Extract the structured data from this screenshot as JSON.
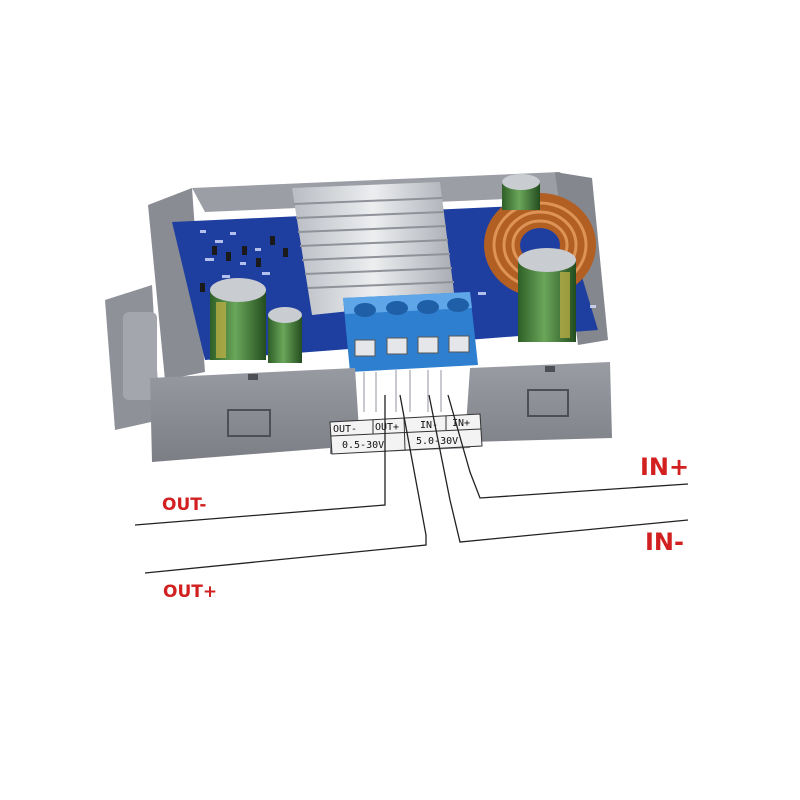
{
  "terminal_strip": {
    "labels": [
      "OUT-",
      "OUT+",
      "IN-",
      "IN+"
    ],
    "output_range": "0.5-30V",
    "input_range": "5.0-30V"
  },
  "callouts": {
    "out_minus": "OUT-",
    "out_plus": "OUT+",
    "in_plus": "IN+",
    "in_minus": "IN-"
  },
  "colors": {
    "enclosure": "#8d8f96",
    "pcb": "#1f3fa0",
    "terminal_block": "#2f7fd0",
    "heatsink": "#d4d6da",
    "inductor_copper": "#c06a2a",
    "capacitor": "#3e7a35",
    "callout_text": "#d21f1f"
  }
}
